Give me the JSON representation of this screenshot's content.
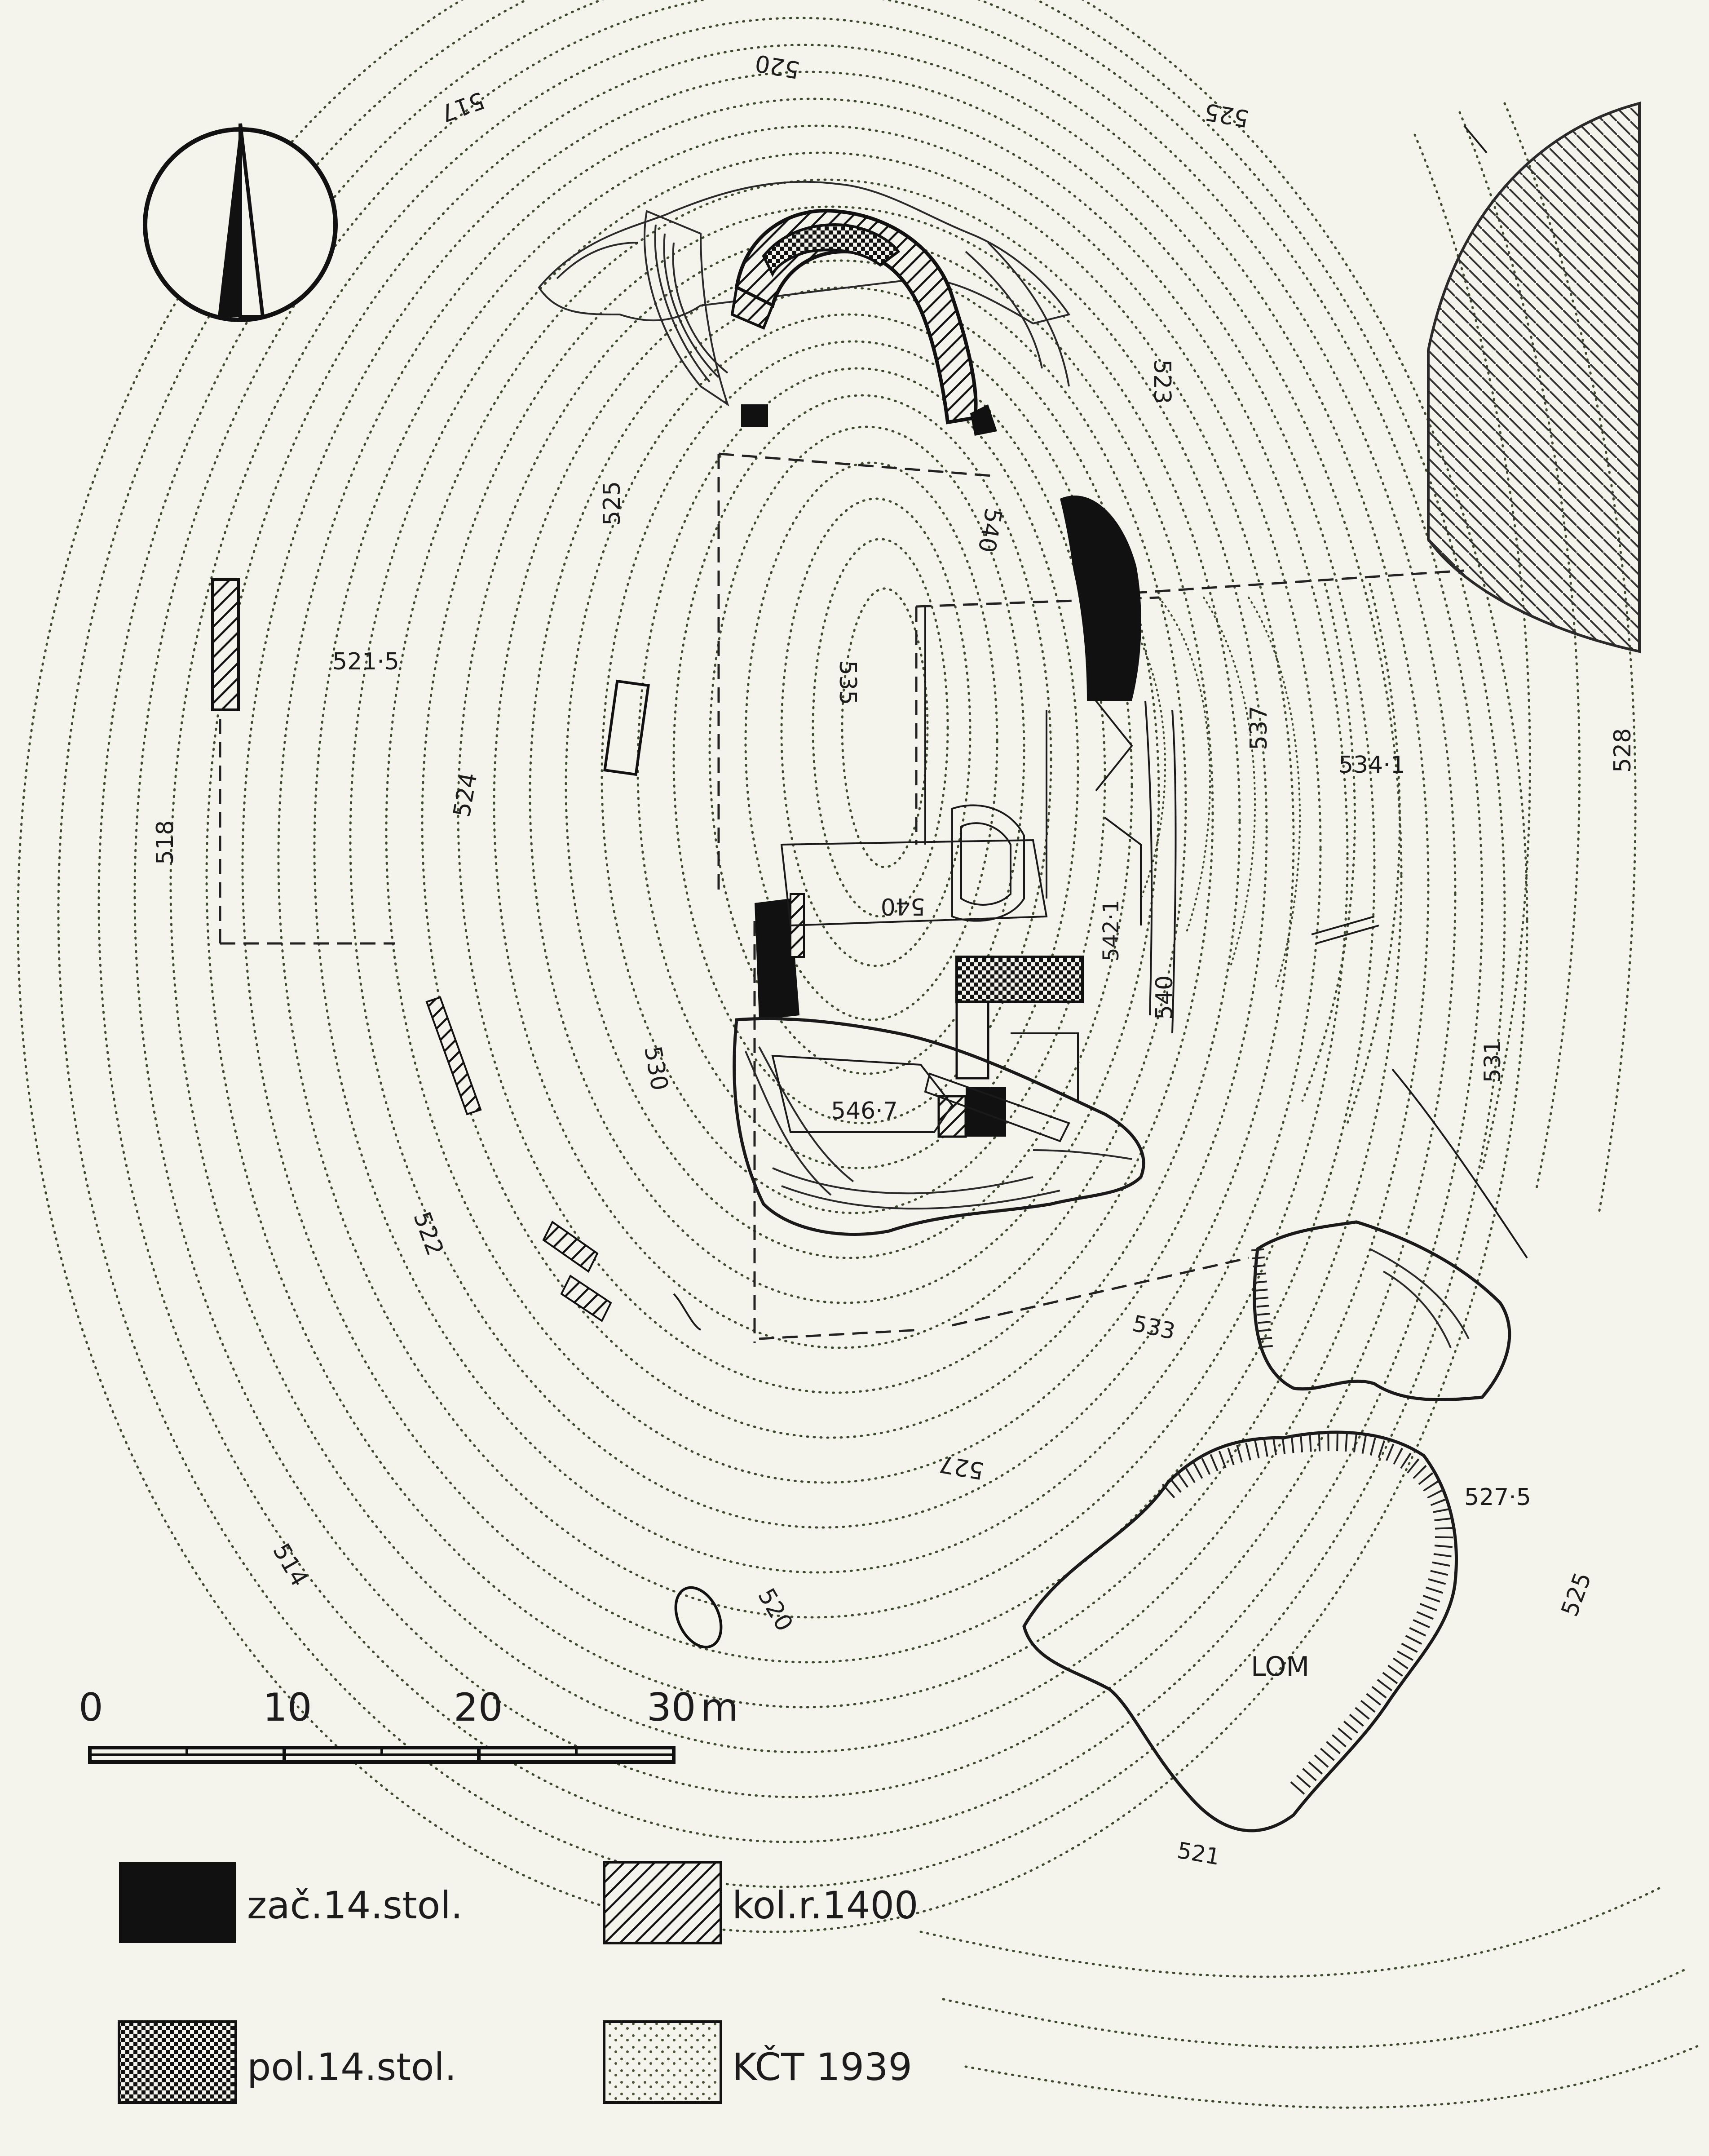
{
  "contour_labels": [
    "520",
    "517",
    "525",
    "523",
    "521·5",
    "525",
    "518",
    "524",
    "535",
    "540",
    "537",
    "534·1",
    "528",
    "540",
    "542·1",
    "540",
    "531",
    "530",
    "546·7",
    "522",
    "533",
    "527",
    "527·5",
    "525",
    "514",
    "520",
    "521"
  ],
  "area_labels": {
    "quarry": "LOM"
  },
  "scale": {
    "ticks": [
      "0",
      "10",
      "20",
      "30"
    ],
    "unit": "m"
  },
  "legend": [
    {
      "label": "zač.14.stol.",
      "pattern": "solid-black"
    },
    {
      "label": "kol.r.1400",
      "pattern": "diagonal-hatch"
    },
    {
      "label": "pol.14.stol.",
      "pattern": "crosshatch"
    },
    {
      "label": "KČT 1939",
      "pattern": "dotted"
    }
  ],
  "colors": {
    "paper": "#f4f3ec",
    "ink": "#1a1a1a",
    "contour": "#3e4a30"
  },
  "icons": {
    "north_arrow": "north-arrow-icon"
  }
}
